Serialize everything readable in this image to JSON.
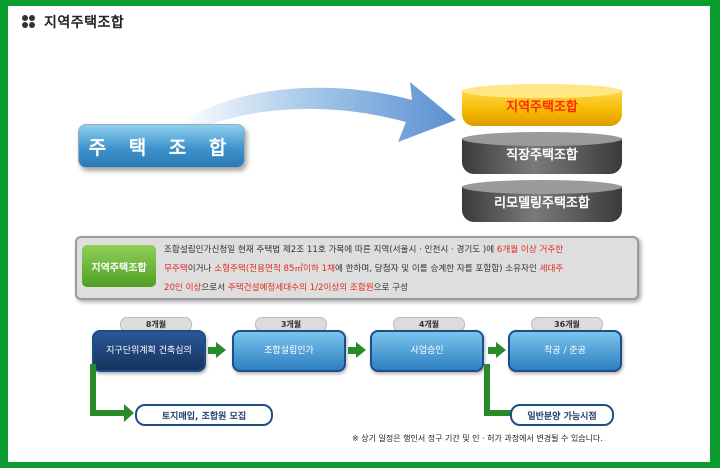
{
  "title": "지역주택조합",
  "housing_union": "주 택 조 합",
  "union_types": [
    "지역주택조합",
    "직장주택조합",
    "리모델링주택조합"
  ],
  "info": {
    "label": "지역주택조합",
    "line1_a": "조합설립인가신청일 현재 주택법 제2조 11호 가목에 따른 지역(서울시 · 인천시 · 경기도 )에 ",
    "line1_red": "6개월 이상 거주한",
    "line2_red1": "무주택",
    "line2_a": "이거나 ",
    "line2_red2": "소형주택(전용면적 85㎡이하 1채",
    "line2_b": "에 한하며, 당첨자 및 이를 승계한 자를 포함함) 소유자인 ",
    "line2_red3": "세대주",
    "line3_red1": "20인 이상",
    "line3_a": "으로서 ",
    "line3_red2": "주택건설예정세대수의 1/2이상의 조합원",
    "line3_b": "으로 구성"
  },
  "steps": [
    {
      "duration": "8개월",
      "label": "지구단위계획 건축심의"
    },
    {
      "duration": "3개월",
      "label": "조합설립인가"
    },
    {
      "duration": "4개월",
      "label": "사업승인"
    },
    {
      "duration": "36개월",
      "label": "착공 / 준공"
    }
  ],
  "sub_steps": [
    "토지매입, 조합원 모집",
    "일반분양 가능시점"
  ],
  "note": "※ 상기 일정은 행인서 정구 기간 및 인 · 허가 과정에서 변경될 수 있습니다.",
  "colors": {
    "frame": "#0a9c2e",
    "accent_red": "#e42b1d",
    "step_blue": "#2d7fc0",
    "arrow_green": "#2a8a2a"
  }
}
